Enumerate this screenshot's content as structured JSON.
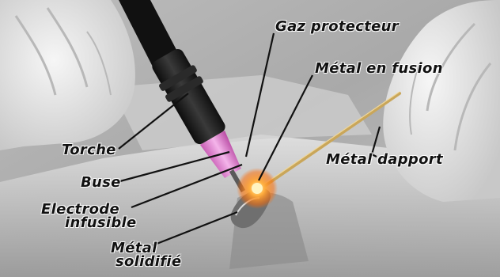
{
  "labels": {
    "gas": "Gaz protecteur",
    "molten": "Métal en fusion",
    "torch": "Torche",
    "filler": "Métal dapport",
    "nozzle": "Buse",
    "electrode_line1": "Electrode",
    "electrode_line2": "infusible",
    "solidified_line1": "Métal",
    "solidified_line2": "solidifié"
  },
  "colors": {
    "torch_body": "#1a1a1a",
    "nozzle": "#e98ad8",
    "arc": "#ff8a1c",
    "filler_rod": "#c9a65a",
    "leader_line": "#111111"
  }
}
